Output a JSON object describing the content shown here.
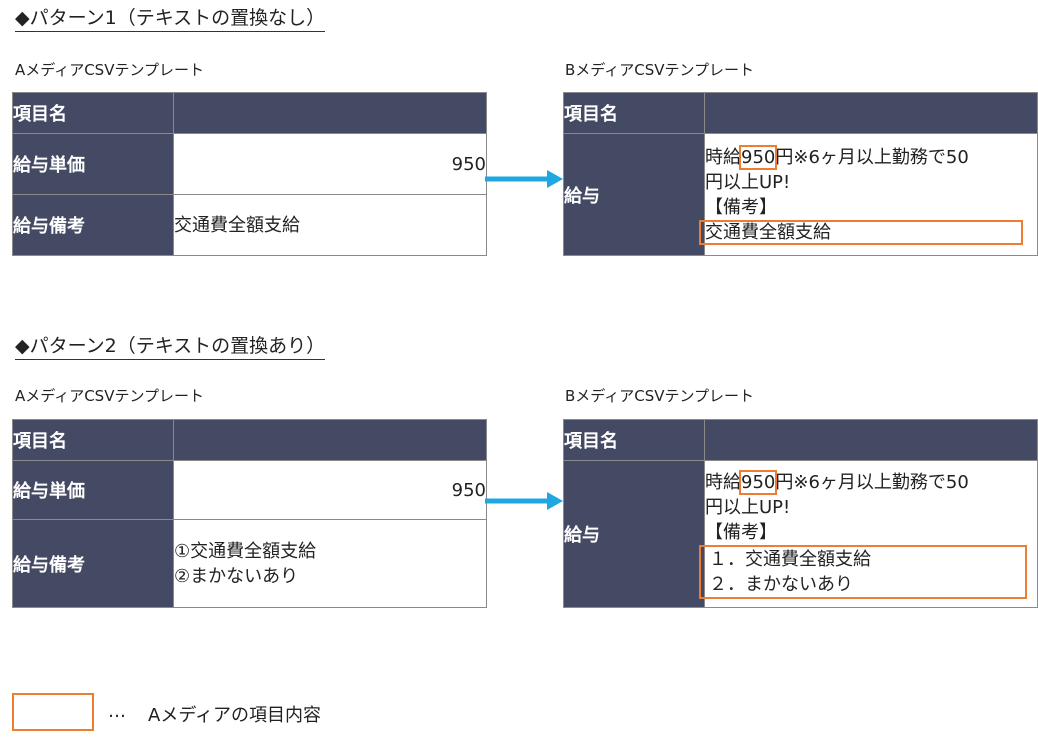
{
  "patterns": [
    {
      "title": "◆パターン1（テキストの置換なし）",
      "a_label": "AメディアCSVテンプレート",
      "b_label": "BメディアCSVテンプレート",
      "a_table": {
        "header": "項目名",
        "rows": [
          {
            "label": "給与単価",
            "value": "950"
          },
          {
            "label": "給与備考",
            "value_lines": [
              "交通費全額支給"
            ]
          }
        ]
      },
      "b_table": {
        "header": "項目名",
        "label": "給与",
        "line1_prefix": "時給",
        "line1_value": "950",
        "line1_suffix": "円※6ヶ月以上勤務で50",
        "line2": "円以上UP!",
        "line3": "【備考】",
        "box_lines": [
          "交通費全額支給"
        ]
      }
    },
    {
      "title": "◆パターン2（テキストの置換あり）",
      "a_label": "AメディアCSVテンプレート",
      "b_label": "BメディアCSVテンプレート",
      "a_table": {
        "header": "項目名",
        "rows": [
          {
            "label": "給与単価",
            "value": "950"
          },
          {
            "label": "給与備考",
            "value_lines": [
              "①交通費全額支給",
              "②まかないあり"
            ]
          }
        ]
      },
      "b_table": {
        "header": "項目名",
        "label": "給与",
        "line1_prefix": "時給",
        "line1_value": "950",
        "line1_suffix": "円※6ヶ月以上勤務で50",
        "line2": "円以上UP!",
        "line3": "【備考】",
        "box_lines": [
          "１．交通費全額支給",
          "２．まかないあり"
        ]
      }
    }
  ],
  "legend": {
    "separator": "…",
    "text": "Aメディアの項目内容"
  },
  "colors": {
    "header_bg": "#454a64",
    "highlight": "#ed7d31",
    "arrow": "#1ea7e1"
  }
}
